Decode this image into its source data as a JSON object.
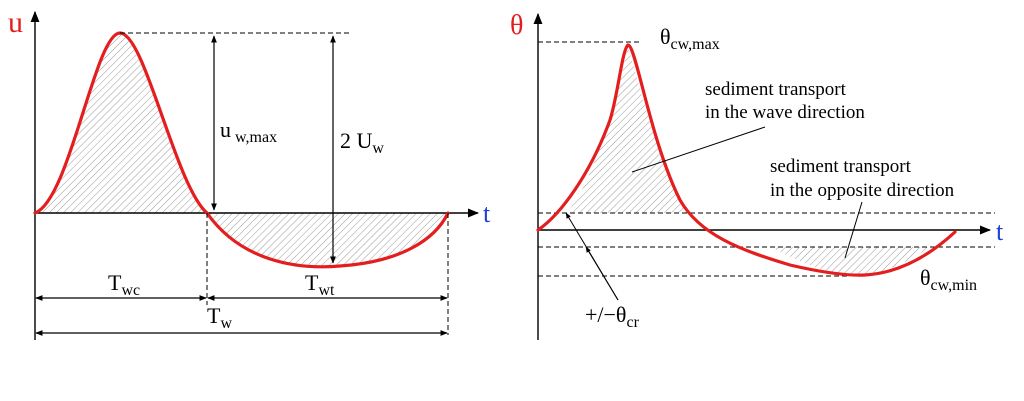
{
  "left_panel": {
    "y_axis_label": "u",
    "x_axis_label": "t",
    "amp_label_main": "u",
    "amp_label_sub": "w,max",
    "range_label_main": "2 U",
    "range_label_sub": "w",
    "crest_period_main": "T",
    "crest_period_sub": "wc",
    "trough_period_main": "T",
    "trough_period_sub": "wt",
    "period_main": "T",
    "period_sub": "w"
  },
  "right_panel": {
    "y_axis_label": "θ",
    "x_axis_label": "t",
    "max_label_main": "θ",
    "max_label_sub": "cw,max",
    "min_label_main": "θ",
    "min_label_sub": "cw,min",
    "threshold_label_main": "+/−θ",
    "threshold_label_sub": "cr",
    "annotation_wave_line1": "sediment transport",
    "annotation_wave_line2": "in the wave direction",
    "annotation_opposite_line1": "sediment transport",
    "annotation_opposite_line2": "in the opposite direction"
  },
  "colors": {
    "curve": "#e41e1e",
    "y_axis_label": "#e41e1e",
    "x_axis_label": "#1f3fd6",
    "hatch": "#9a9a9a"
  }
}
